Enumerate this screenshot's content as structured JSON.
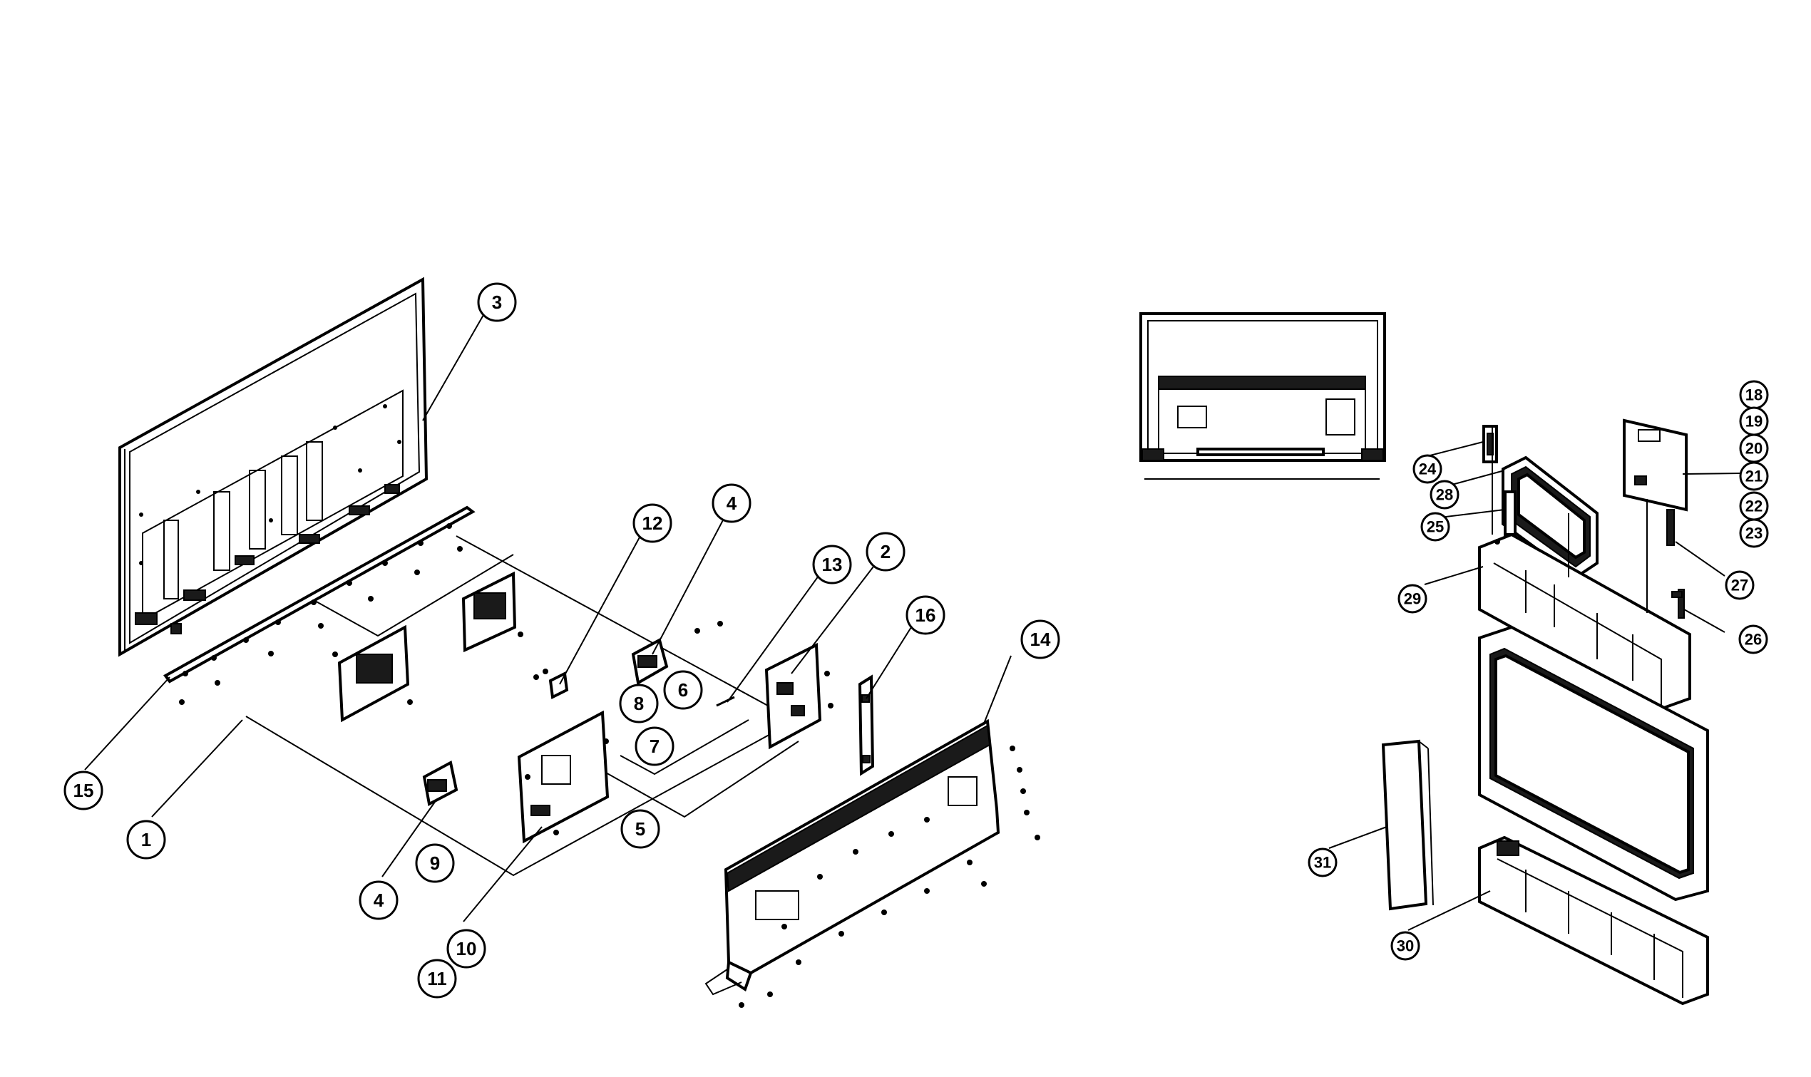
{
  "diagram": {
    "callouts": [
      {
        "id": "c3",
        "label": "3"
      },
      {
        "id": "c12",
        "label": "12"
      },
      {
        "id": "c4a",
        "label": "4"
      },
      {
        "id": "c13",
        "label": "13"
      },
      {
        "id": "c2",
        "label": "2"
      },
      {
        "id": "c16",
        "label": "16"
      },
      {
        "id": "c14",
        "label": "14"
      },
      {
        "id": "c8",
        "label": "8"
      },
      {
        "id": "c6",
        "label": "6"
      },
      {
        "id": "c7",
        "label": "7"
      },
      {
        "id": "c5",
        "label": "5"
      },
      {
        "id": "c15",
        "label": "15"
      },
      {
        "id": "c1",
        "label": "1"
      },
      {
        "id": "c9",
        "label": "9"
      },
      {
        "id": "c4b",
        "label": "4"
      },
      {
        "id": "c10",
        "label": "10"
      },
      {
        "id": "c11",
        "label": "11"
      },
      {
        "id": "c18",
        "label": "18"
      },
      {
        "id": "c19",
        "label": "19"
      },
      {
        "id": "c20",
        "label": "20"
      },
      {
        "id": "c21",
        "label": "21"
      },
      {
        "id": "c22",
        "label": "22"
      },
      {
        "id": "c23",
        "label": "23"
      },
      {
        "id": "c24",
        "label": "24"
      },
      {
        "id": "c28",
        "label": "28"
      },
      {
        "id": "c25",
        "label": "25"
      },
      {
        "id": "c29",
        "label": "29"
      },
      {
        "id": "c27",
        "label": "27"
      },
      {
        "id": "c26",
        "label": "26"
      },
      {
        "id": "c31",
        "label": "31"
      },
      {
        "id": "c30",
        "label": "30"
      }
    ]
  }
}
